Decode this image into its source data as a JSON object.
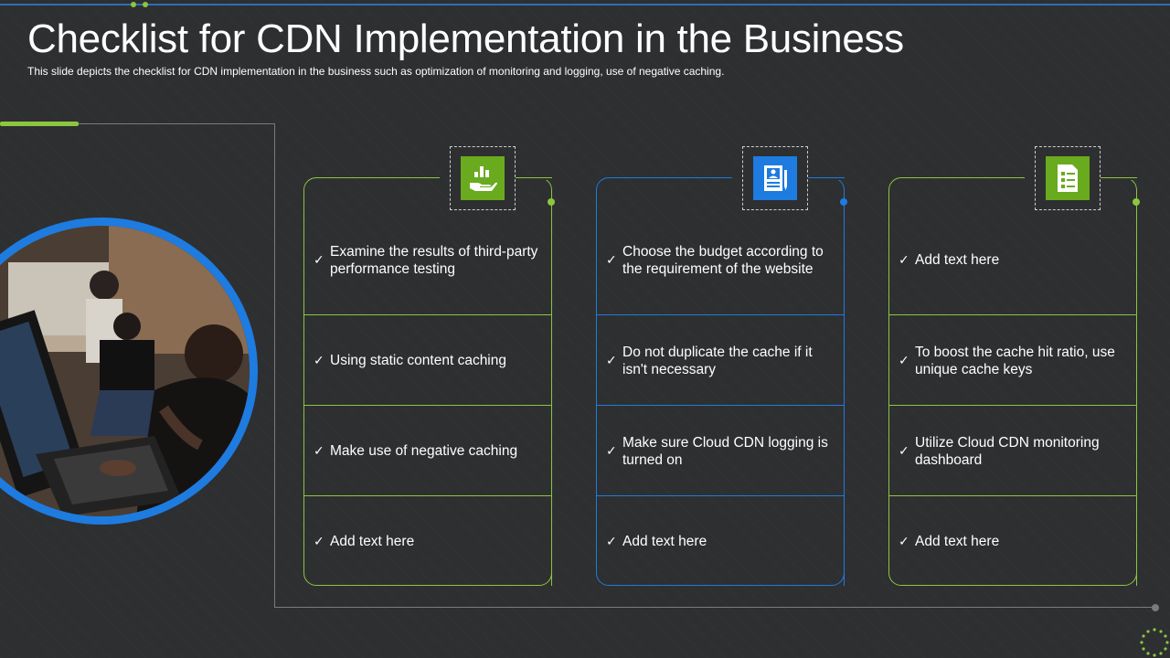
{
  "title": "Checklist for CDN Implementation in the Business",
  "subtitle": "This slide depicts the checklist for CDN implementation in the business such as optimization of monitoring and logging, use of negative caching.",
  "colors": {
    "green": "#8cc63f",
    "blue": "#1e7be0",
    "background": "#2e2f31"
  },
  "photo": {
    "icon": "office-workers-photo"
  },
  "columns": [
    {
      "icon": "hand-chart-icon",
      "color": "green",
      "items": [
        "Examine the results of third-party performance testing",
        "Using static content caching",
        "Make use of negative caching",
        "Add text here"
      ]
    },
    {
      "icon": "id-document-pen-icon",
      "color": "blue",
      "items": [
        "Choose the budget according to the requirement of the website",
        "Do not duplicate the cache if it isn't necessary",
        "Make sure Cloud CDN logging is turned on",
        "Add text here"
      ]
    },
    {
      "icon": "checklist-document-icon",
      "color": "green",
      "items": [
        "Add text here",
        "To boost the cache hit ratio, use unique cache keys",
        "Utilize Cloud CDN monitoring dashboard",
        "Add text here"
      ]
    }
  ],
  "check_symbol": "✓"
}
